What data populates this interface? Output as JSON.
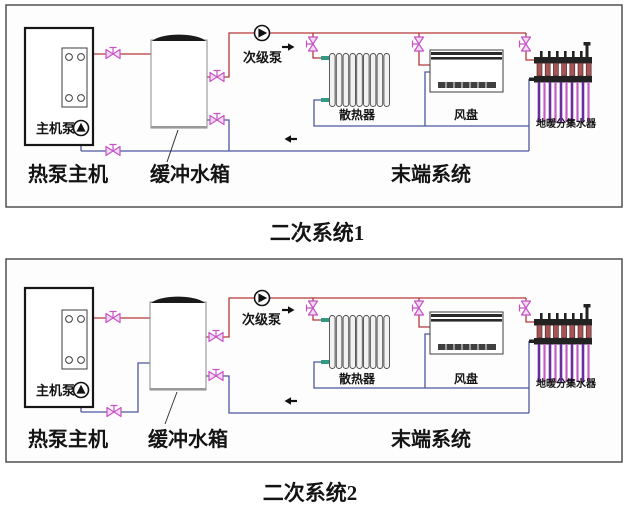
{
  "colors": {
    "supply_pipe": "#b53838",
    "return_pipe": "#4e57a0",
    "valve": "#c653c6",
    "radiator_stub": "#2f9b84",
    "manifold_pipe_purple": "#6a2d9e",
    "manifold_pipe_pink": "#c45ec4",
    "pump": "#111111"
  },
  "system1": {
    "title": "二次系统1",
    "labels": {
      "heat_pump_unit": "热泵主机",
      "main_pump": "主机泵",
      "buffer_tank": "缓冲水箱",
      "secondary_pump": "次级泵",
      "radiator": "散热器",
      "fan_coil": "风盘",
      "manifold": "地暖分集水器",
      "terminal_system": "末端系统"
    }
  },
  "system2": {
    "title": "二次系统2",
    "labels": {
      "heat_pump_unit": "热泵主机",
      "main_pump": "主机泵",
      "buffer_tank": "缓冲水箱",
      "secondary_pump": "次级泵",
      "radiator": "散热器",
      "fan_coil": "风盘",
      "manifold": "地暖分集水器",
      "terminal_system": "末端系统"
    }
  }
}
